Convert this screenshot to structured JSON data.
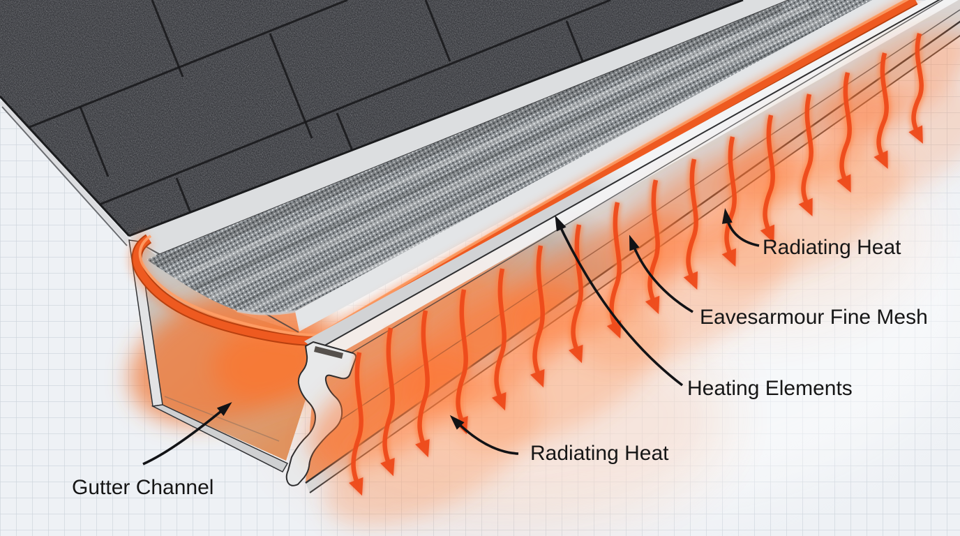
{
  "diagram": {
    "labels": {
      "radiating_heat_top": "Radiating Heat",
      "eavesarmour_fine_mesh": "Eavesarmour Fine Mesh",
      "heating_elements": "Heating Elements",
      "radiating_heat_bottom": "Radiating Heat",
      "gutter_channel": "Gutter Channel"
    },
    "colors": {
      "background": "#eef1f5",
      "grid_line": "#ccd3db",
      "label_text": "#161616",
      "leader_line": "#121316",
      "heating_cable": "#ee5a20",
      "cable_highlight": "#ff9e66",
      "cable_shadow": "#b8400f",
      "heat_arrow": "#ee4a1a",
      "heat_glow": "#ff7e3c",
      "shingle_dark": "#313337",
      "mesh_gray": "#8e9397",
      "metal_light": "#e9eaec",
      "metal_mid": "#c7c8ca",
      "interior_glow": "#f07a3a"
    }
  }
}
